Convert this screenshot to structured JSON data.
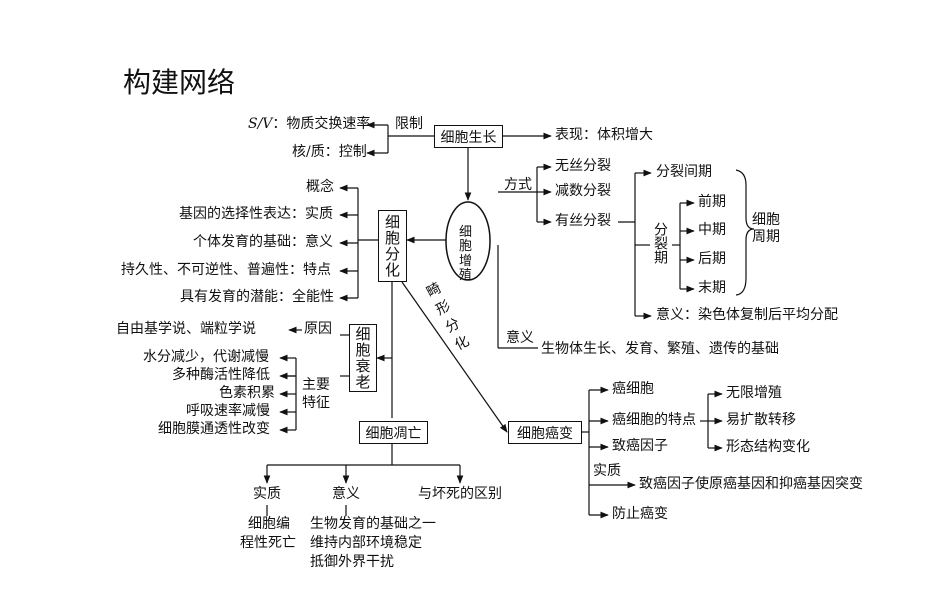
{
  "title": "构建网络",
  "top": {
    "center": "细胞生长",
    "sv_italic": "S/V",
    "sv_rest": "：物质交换速率",
    "nucleus": "核/质：控制",
    "limit": "限制",
    "manifest": "表现：体积增大"
  },
  "prolif": {
    "node": "细胞增殖",
    "method": "方式",
    "amitosis": "无丝分裂",
    "meiosis": "减数分裂",
    "mitosis": "有丝分裂",
    "interphase": "分裂间期",
    "division_period": "分裂期",
    "phases": [
      "前期",
      "中期",
      "后期",
      "末期"
    ],
    "cycle": "细胞周期",
    "mitosis_meaning": "意义：染色体复制后平均分配",
    "meaning_label": "意义",
    "meaning_text": "生物体生长、发育、繁殖、遗传的基础"
  },
  "diff": {
    "node": "细胞分化",
    "items": [
      "概念",
      "基因的选择性表达：实质",
      "个体发育的基础：意义",
      "持久性、不可逆性、普遍性：特点",
      "具有发育的潜能：全能性"
    ],
    "abnormal": "畸形分化"
  },
  "aging": {
    "node": "细胞衰老",
    "cause_label": "原因",
    "cause_text": "自由基学说、端粒学说",
    "features_label": "主要特征",
    "features": [
      "水分减少，代谢减慢",
      "多种酶活性降低",
      "色素积累",
      "呼吸速率减慢",
      "细胞膜通透性改变"
    ]
  },
  "apoptosis": {
    "node": "细胞凋亡",
    "essence": "实质",
    "essence_text": [
      "细胞编",
      "程性死亡"
    ],
    "meaning": "意义",
    "meaning_text": [
      "生物发育的基础之一",
      "维持内部环境稳定",
      "抵御外界干扰"
    ],
    "diff_necrosis": "与坏死的区别"
  },
  "cancer": {
    "node": "细胞癌变",
    "cancer_cell": "癌细胞",
    "features_label": "癌细胞的特点",
    "features": [
      "无限增殖",
      "易扩散转移",
      "形态结构变化"
    ],
    "carcinogen": "致癌因子",
    "essence": "实质",
    "essence_text": "致癌因子使原癌基因和抑癌基因突变",
    "prevention": "防止癌变"
  }
}
